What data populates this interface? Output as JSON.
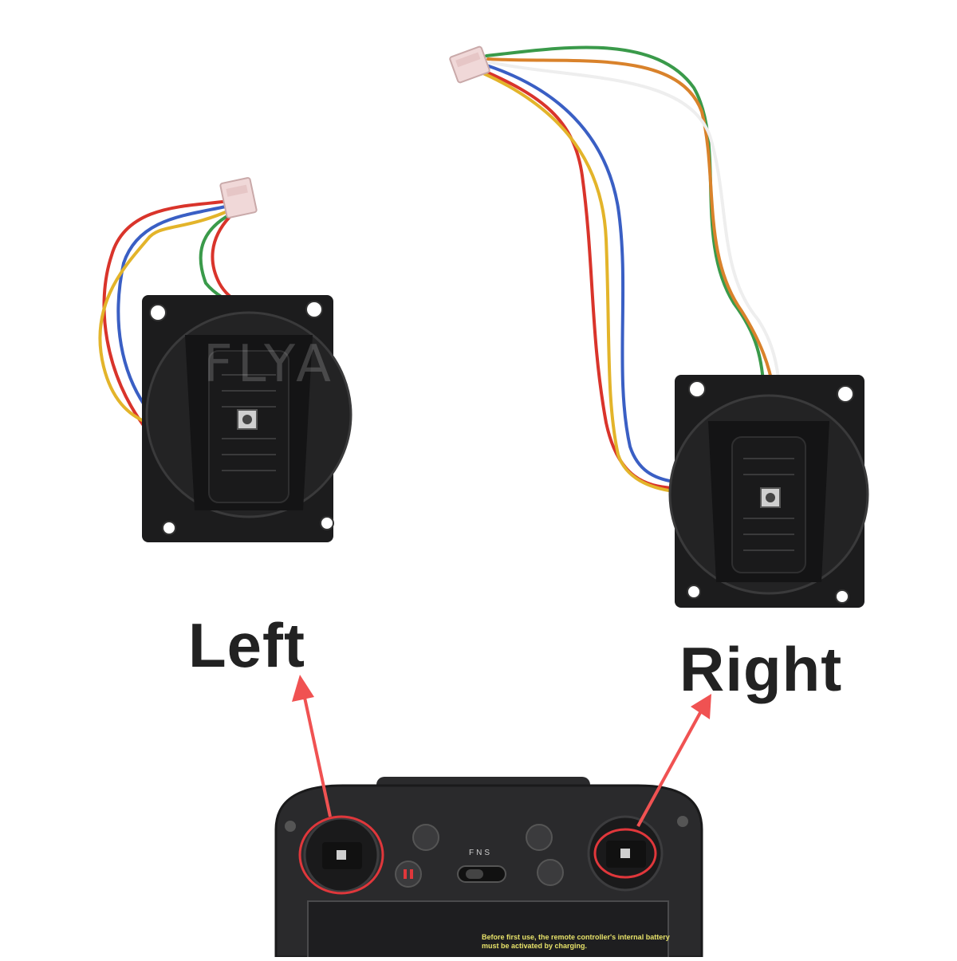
{
  "labels": {
    "left": "Left",
    "right": "Right"
  },
  "watermark": "FLYA",
  "controller": {
    "switch_label": "FNS",
    "notice_text": "Before first use, the remote controller's internal battery must be activated by charging."
  },
  "colors": {
    "highlight_ring": "#e0373b",
    "arrow": "#f05252",
    "gimbal_body": "#1e1e1e",
    "controller_body": "#2a2a2c",
    "wire_red": "#d9342b",
    "wire_blue": "#3a5fc4",
    "wire_yellow": "#e3b42a",
    "wire_green": "#3a9a4a",
    "wire_orange": "#d9822b",
    "wire_white": "#eeeeee"
  }
}
